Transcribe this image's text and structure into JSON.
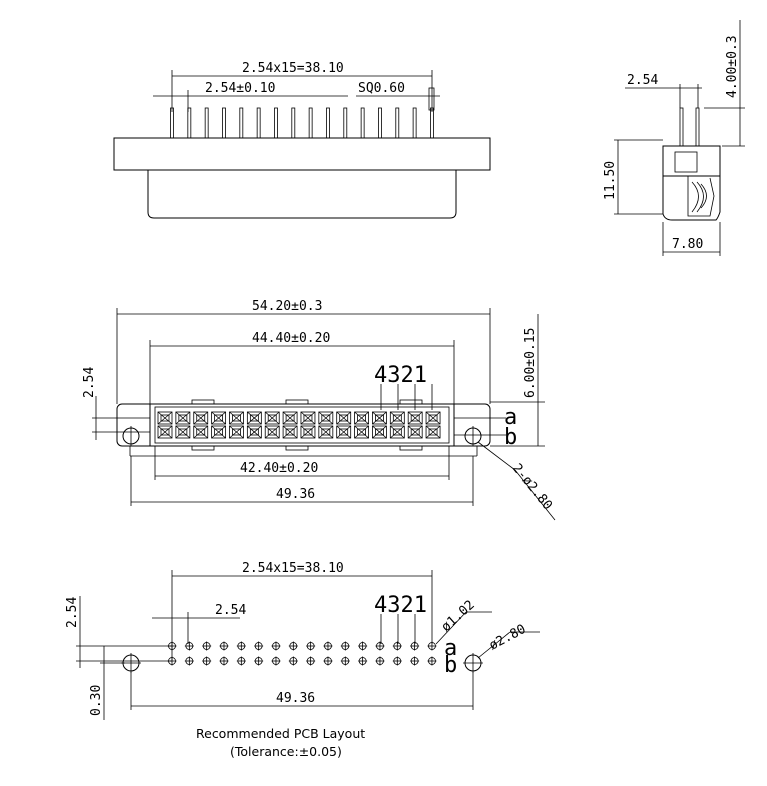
{
  "side_view": {
    "pitch_total": "2.54x15=38.10",
    "pitch": "2.54±0.10",
    "pin_size": "SQ0.60"
  },
  "end_view": {
    "pin_spacing": "2.54",
    "pin_height": "4.00±0.3",
    "body_height": "11.50",
    "body_depth": "7.80"
  },
  "front_view": {
    "overall_width": "54.20±0.3",
    "inner_width": "44.40±0.20",
    "row_pitch": "2.54",
    "height": "6.00±0.15",
    "pin_numbers": "4321",
    "row_a": "a",
    "row_b": "b",
    "insert_width": "42.40±0.20",
    "hole_spacing": "49.36",
    "mount_holes": "2-ø2.80"
  },
  "pcb_layout": {
    "pitch_total": "2.54x15=38.10",
    "pitch": "2.54",
    "row_pitch": "2.54",
    "pin_numbers": "4321",
    "pin_hole": "ø1.02",
    "mount_hole": "ø2.80",
    "row_a": "a",
    "row_b": "b",
    "offset": "0.30",
    "hole_spacing": "49.36",
    "caption_line1": "Recommended PCB Layout",
    "caption_line2": "(Tolerance:±0.05)"
  }
}
